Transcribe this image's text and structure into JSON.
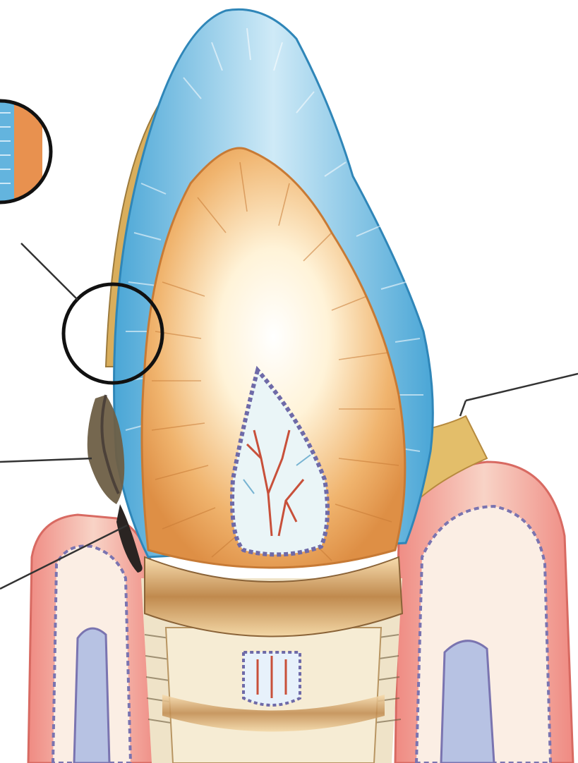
{
  "figure": {
    "subject": "tooth-cross-section-illustration",
    "colors": {
      "background": "#ffffff",
      "enamel": "#5fb3dc",
      "enamel_light": "#d8eef8",
      "dentin": "#e6a45a",
      "dentin_light": "#fff6e2",
      "pulp_outline": "#6e6aa8",
      "pulp_vessels": "#c8503a",
      "gum": "#ee8f86",
      "gum_light": "#f7c9bd",
      "bone": "#9aa3c9",
      "cementum": "#d3ac5e",
      "root_band": "#c89a60",
      "calculus": "#3b3230",
      "plaque": "#8a7550",
      "leader_line": "#333333",
      "magnifier_ring": "#111111"
    },
    "icons": [
      "magnifier-circle",
      "zoom-inset-circle"
    ]
  }
}
